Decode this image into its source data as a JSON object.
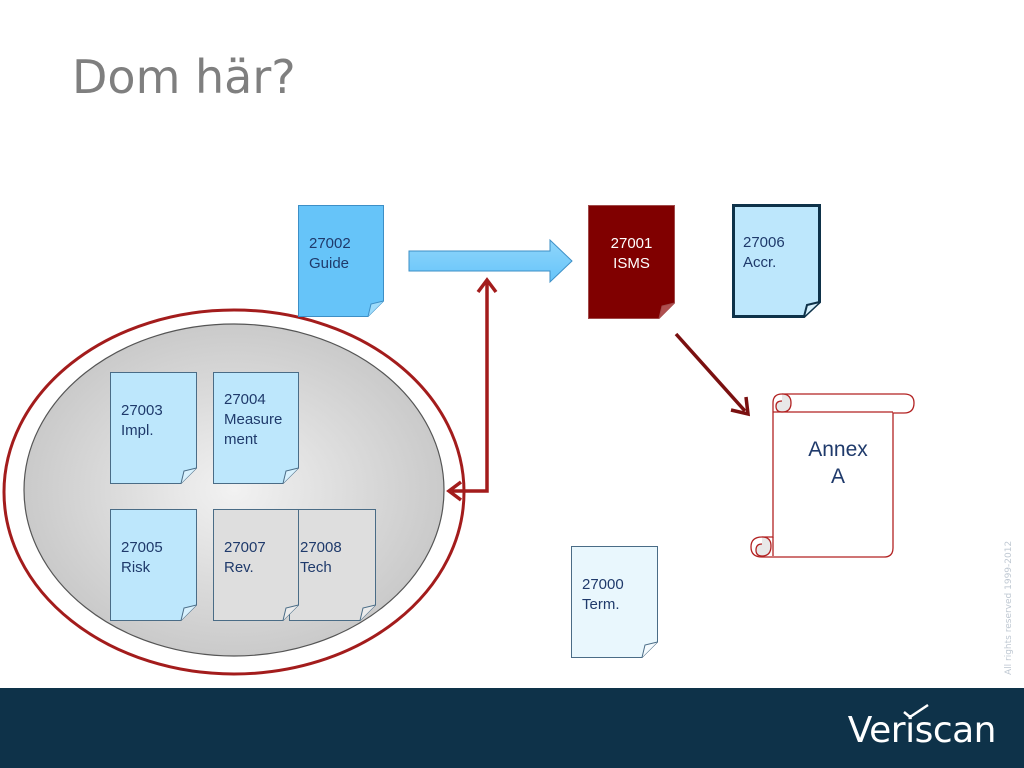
{
  "slide": {
    "title": "Dom här?",
    "copyright": "All rights reserved 1999-2012"
  },
  "documents": {
    "d27002": {
      "number": "27002",
      "label": "Guide"
    },
    "d27001": {
      "number": "27001",
      "label": "ISMS"
    },
    "d27006": {
      "number": "27006",
      "label": "Accr."
    },
    "d27003": {
      "number": "27003",
      "label": "Impl."
    },
    "d27004": {
      "number": "27004",
      "label": "Measure\nment"
    },
    "d27005": {
      "number": "27005",
      "label": "Risk"
    },
    "d27007": {
      "number": "27007",
      "label": "Rev."
    },
    "d27008": {
      "number": "27008",
      "label": "Tech"
    },
    "d27000": {
      "number": "27000",
      "label": "Term."
    }
  },
  "annex": {
    "label": "Annex\nA"
  },
  "footer": {
    "logo": "Veriscan"
  },
  "colors": {
    "title": "#7f7f7f",
    "doc_blue": "#66c4f9",
    "doc_light_blue": "#bde7fc",
    "doc_pale": "#e9f7fd",
    "doc_gray": "#dedede",
    "doc_dark_red": "#800000",
    "arrow_red": "#a31c1c",
    "footer": "#0e3249"
  }
}
